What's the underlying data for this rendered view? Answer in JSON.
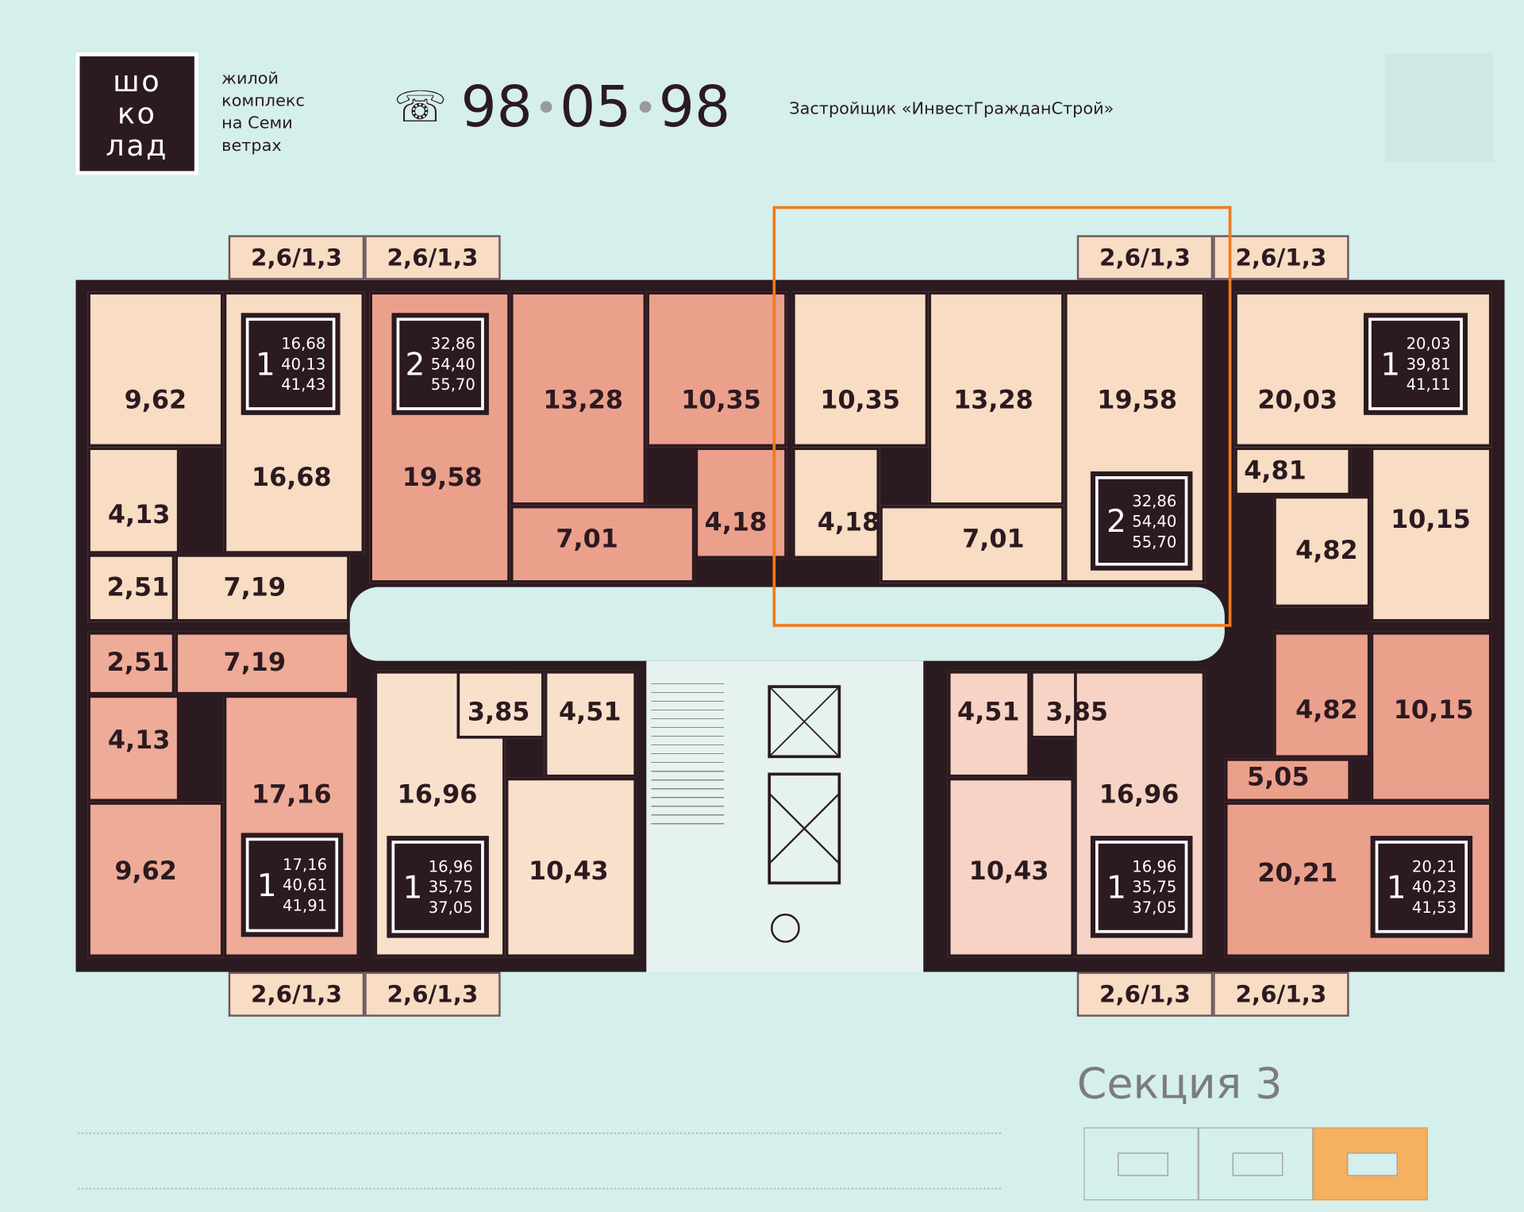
{
  "header": {
    "logo_lines": [
      "шо",
      "ко",
      "лад"
    ],
    "tagline": [
      "жилой",
      "комплекс",
      "на Семи",
      "ветрах"
    ],
    "phone": [
      "98",
      "05",
      "98"
    ],
    "developer": "Застройщик «ИнвестГражданСтрой»"
  },
  "balconies": {
    "top": [
      "2,6/1,3",
      "2,6/1,3",
      "2,6/1,3",
      "2,6/1,3"
    ],
    "bottom": [
      "2,6/1,3",
      "2,6/1,3",
      "2,6/1,3",
      "2,6/1,3"
    ]
  },
  "apartments": [
    {
      "rooms_count": "1",
      "areas": [
        "16,68",
        "40,13",
        "41,43"
      ],
      "rooms": [
        "9,62",
        "4,13",
        "2,51",
        "7,19",
        "16,68"
      ]
    },
    {
      "rooms_count": "2",
      "areas": [
        "32,86",
        "54,40",
        "55,70"
      ],
      "rooms": [
        "19,58",
        "13,28",
        "7,01",
        "10,35",
        "4,18"
      ]
    },
    {
      "rooms_count": "2",
      "areas": [
        "32,86",
        "54,40",
        "55,70"
      ],
      "rooms": [
        "10,35",
        "4,18",
        "13,28",
        "7,01",
        "19,58"
      ],
      "highlighted": true
    },
    {
      "rooms_count": "1",
      "areas": [
        "20,03",
        "39,81",
        "41,11"
      ],
      "rooms": [
        "20,03",
        "4,81",
        "4,82",
        "10,15"
      ]
    },
    {
      "rooms_count": "1",
      "areas": [
        "17,16",
        "40,61",
        "41,91"
      ],
      "rooms": [
        "2,51",
        "7,19",
        "4,13",
        "9,62",
        "17,16"
      ]
    },
    {
      "rooms_count": "1",
      "areas": [
        "16,96",
        "35,75",
        "37,05"
      ],
      "rooms": [
        "16,96",
        "3,85",
        "4,51",
        "10,43"
      ]
    },
    {
      "rooms_count": "1",
      "areas": [
        "16,96",
        "35,75",
        "37,05"
      ],
      "rooms": [
        "4,51",
        "3,85",
        "10,43",
        "16,96"
      ]
    },
    {
      "rooms_count": "1",
      "areas": [
        "20,21",
        "40,23",
        "41,53"
      ],
      "rooms": [
        "4,82",
        "10,15",
        "5,05",
        "20,21"
      ]
    }
  ],
  "section": {
    "title": "Секция 3",
    "selected_index": 2,
    "count": 3
  },
  "colors": {
    "background": "#d5efec",
    "wall": "#2b1a20",
    "highlight": "#f07a1e",
    "peach": "#f8dcc3",
    "salmon": "#eba08c"
  }
}
